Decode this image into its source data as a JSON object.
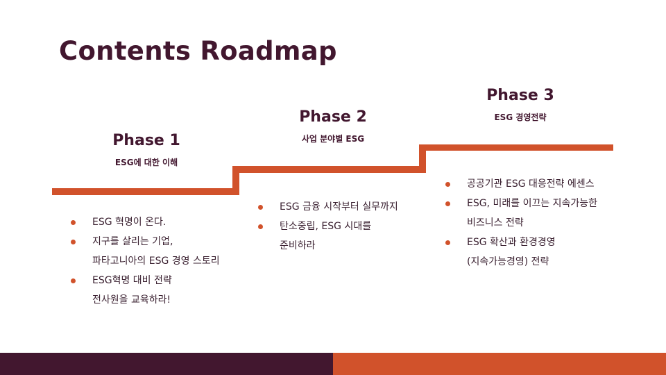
{
  "title": "Contents Roadmap",
  "phases": [
    {
      "name": "Phase 1",
      "subtitle": "ESG에 대한 이해",
      "items": [
        [
          "ESG 혁명이 온다."
        ],
        [
          "지구를 살리는 기업,",
          "파타고니아의 ESG 경영 스토리"
        ],
        [
          "ESG혁명 대비 전략",
          "전사원을 교육하라!"
        ]
      ]
    },
    {
      "name": "Phase 2",
      "subtitle": "사업 분야별 ESG",
      "items": [
        [
          "ESG 금융 시작부터 실무까지"
        ],
        [
          "탄소중립, ESG 시대를",
          "준비하라"
        ]
      ]
    },
    {
      "name": "Phase 3",
      "subtitle": "ESG 경영전략",
      "items": [
        [
          "공공기관 ESG 대응전략 에센스"
        ],
        [
          "ESG, 미래를 이끄는 지속가능한",
          "비즈니스 전략"
        ],
        [
          "ESG 확산과 환경경영",
          "(지속가능경영) 전략"
        ]
      ]
    }
  ],
  "colors": {
    "primary": "#42172f",
    "accent": "#d1522b"
  }
}
